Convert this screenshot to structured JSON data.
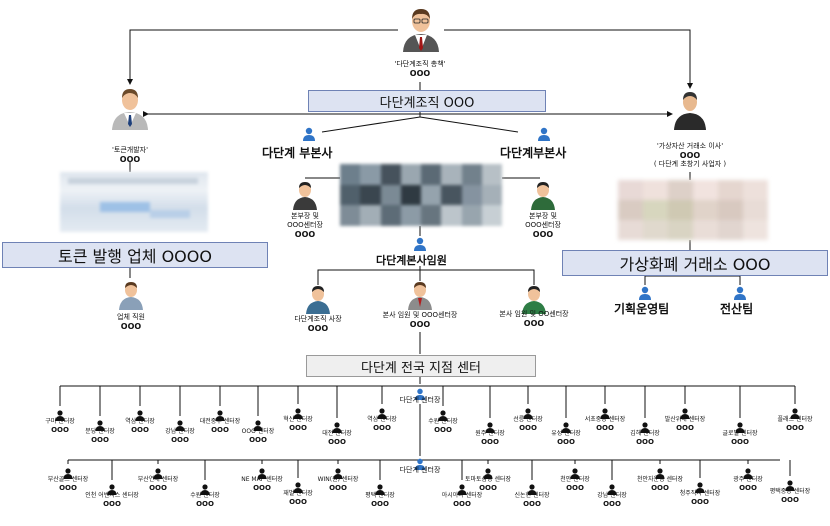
{
  "top": {
    "title": "'다단계조직 총책'",
    "sub": "OOO"
  },
  "org_box": "다단계조직 OOO",
  "left_person": {
    "title": "'토큰개발자'",
    "sub": "OOO"
  },
  "right_person": {
    "title": "'가상자산 거래소 이사'",
    "sub": "OOO",
    "note": "( 다단계 초창기 사업자 )"
  },
  "token_box": "토큰 발행 업체 OOOO",
  "exchange_box": "가상화폐 거래소 OOO",
  "left_branch": "다단계 부본사",
  "right_branch": "다단계부본사",
  "left_head": {
    "line1": "본부장 및",
    "line2": "OOO센터장",
    "line3": "OOO"
  },
  "right_head": {
    "line1": "본부장 및",
    "line2": "OOO센터장",
    "line3": "OOO"
  },
  "hq_title": "다단계본사임원",
  "employee": {
    "title": "업체 직원",
    "sub": "OOO"
  },
  "exec": [
    {
      "title": "다단계조직 사장",
      "sub": "OOO"
    },
    {
      "title": "본사 임원 및 OOO센터장",
      "sub": "OOO"
    },
    {
      "title": "본사 임원 및 OO센터장",
      "sub": "OOO"
    }
  ],
  "teams": [
    "기획운영팀",
    "전산팀"
  ],
  "center_box": "다단계 전국 지점 센터",
  "hub_label": "다단계 센터장",
  "row1": [
    {
      "title": "구미 센터장",
      "sub": "OOO"
    },
    {
      "title": "분당 센터장",
      "sub": "OOO"
    },
    {
      "title": "역삼 센터장",
      "sub": "OOO"
    },
    {
      "title": "강남 센터장",
      "sub": "OOO"
    },
    {
      "title": "대전중부 센터장",
      "sub": "OOO"
    },
    {
      "title": "OOO 센터장",
      "sub": "OOO"
    },
    {
      "title": "혁신 센터장",
      "sub": "OOO"
    },
    {
      "title": "대전 센터장",
      "sub": "OOO"
    },
    {
      "title": "역삼 센터장",
      "sub": "OOO"
    },
    {
      "title": "수원 센터장",
      "sub": "OOO"
    },
    {
      "title": "원주 센터장",
      "sub": "OOO"
    },
    {
      "title": "선릉 센터장",
      "sub": "OOO"
    },
    {
      "title": "유성 센터장",
      "sub": "OOO"
    },
    {
      "title": "서초중앙 센터장",
      "sub": "OOO"
    },
    {
      "title": "김해 센터장",
      "sub": "OOO"
    },
    {
      "title": "발산위해 센터장",
      "sub": "OOO"
    },
    {
      "title": "글로벌 센터장",
      "sub": "OOO"
    },
    {
      "title": "플래스 센터장",
      "sub": "OOO"
    }
  ],
  "row2": [
    {
      "title": "부산골드 센터장",
      "sub": "OOO"
    },
    {
      "title": "인천 어벤져스 센터장",
      "sub": "OOO"
    },
    {
      "title": "부산연제 센터장",
      "sub": "OOO"
    },
    {
      "title": "수원 센터장",
      "sub": "OOO"
    },
    {
      "title": "NE MAP 센터장",
      "sub": "OOO"
    },
    {
      "title": "재벌 센터장",
      "sub": "OOO"
    },
    {
      "title": "WIN(원) 센터장",
      "sub": "OOO"
    },
    {
      "title": "평택 센터장",
      "sub": "OOO"
    },
    {
      "title": "아시아나 센터장",
      "sub": "OOO"
    },
    {
      "title": "토마토삼성 센터장",
      "sub": "OOO"
    },
    {
      "title": "신논현 센터장",
      "sub": "OOO"
    },
    {
      "title": "천안 센터장",
      "sub": "OOO"
    },
    {
      "title": "강남 센터장",
      "sub": "OOO"
    },
    {
      "title": "천안자운명 센터장",
      "sub": "OOO"
    },
    {
      "title": "청주직지 센터장",
      "sub": "OOO"
    },
    {
      "title": "광주 센터장",
      "sub": "OOO"
    },
    {
      "title": "평택중앙 센터장",
      "sub": "OOO"
    }
  ]
}
